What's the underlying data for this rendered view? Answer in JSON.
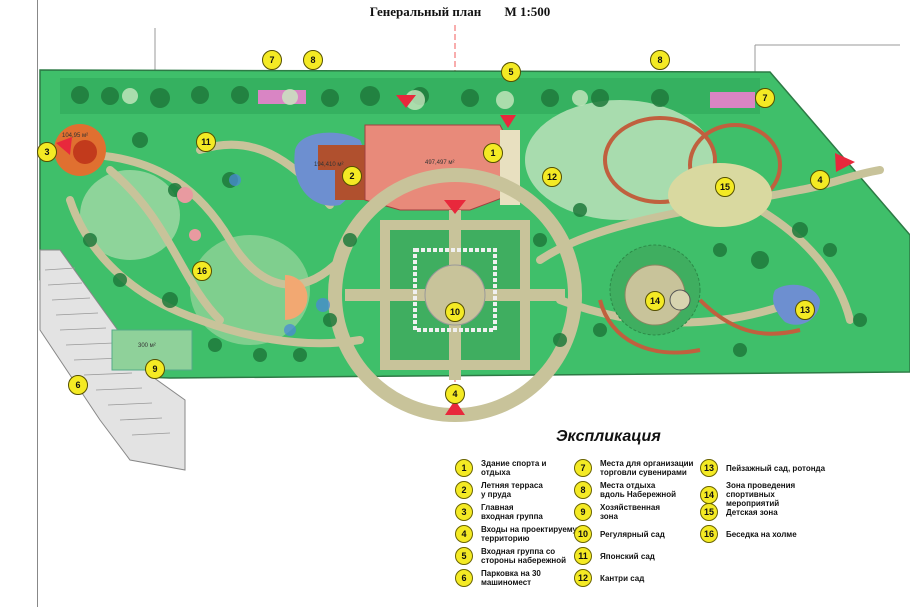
{
  "header": {
    "title": "Генеральный план",
    "scale": "М 1:500"
  },
  "areas": {
    "building": "497,497 м²",
    "terrace": "194,410 м²",
    "court": "300 м²",
    "left_pavilion": "104,95 м²"
  },
  "markers": [
    {
      "id": "m7a",
      "label": "7"
    },
    {
      "id": "m8a",
      "label": "8"
    },
    {
      "id": "m5",
      "label": "5"
    },
    {
      "id": "m8b",
      "label": "8"
    },
    {
      "id": "m7b",
      "label": "7"
    },
    {
      "id": "m3",
      "label": "3"
    },
    {
      "id": "m11",
      "label": "11"
    },
    {
      "id": "m1",
      "label": "1"
    },
    {
      "id": "m2",
      "label": "2"
    },
    {
      "id": "m12",
      "label": "12"
    },
    {
      "id": "m15",
      "label": "15"
    },
    {
      "id": "m4a",
      "label": "4"
    },
    {
      "id": "m16",
      "label": "16"
    },
    {
      "id": "m10",
      "label": "10"
    },
    {
      "id": "m14",
      "label": "14"
    },
    {
      "id": "m13",
      "label": "13"
    },
    {
      "id": "m9",
      "label": "9"
    },
    {
      "id": "m6",
      "label": "6"
    },
    {
      "id": "m4b",
      "label": "4"
    }
  ],
  "legend": {
    "title": "Экспликация",
    "items": [
      {
        "num": "1",
        "text": "Здание спорта и\nотдыха"
      },
      {
        "num": "2",
        "text": "Летняя терраса\nу пруда"
      },
      {
        "num": "3",
        "text": "Главная\nвходная группа"
      },
      {
        "num": "4",
        "text": "Входы на проектируемую\nтерриторию"
      },
      {
        "num": "5",
        "text": "Входная группа со\nстороны набережной"
      },
      {
        "num": "6",
        "text": "Парковка на 30\nмашиномест"
      },
      {
        "num": "7",
        "text": "Места для организации\nторговли сувенирами"
      },
      {
        "num": "8",
        "text": "Места отдыха\nвдоль Набережной"
      },
      {
        "num": "9",
        "text": "Хозяйственная\nзона"
      },
      {
        "num": "10",
        "text": "Регулярный сад"
      },
      {
        "num": "11",
        "text": "Японский сад"
      },
      {
        "num": "12",
        "text": "Кантри сад"
      },
      {
        "num": "13",
        "text": "Пейзажный сад, ротонда"
      },
      {
        "num": "14",
        "text": "Зона проведения спортивных\nмероприятий"
      },
      {
        "num": "15",
        "text": "Детская зона"
      },
      {
        "num": "16",
        "text": "Беседка на холме"
      }
    ]
  },
  "colors": {
    "lawn": "#3fbf6a",
    "lawn_light": "#a8dcae",
    "path": "#c8c39a",
    "building": "#e88a7a",
    "terrace": "#b0502e",
    "water": "#6d8fd0",
    "marker": "#f4ea24",
    "arrow": "#e8283c",
    "track": "#c0603e"
  }
}
